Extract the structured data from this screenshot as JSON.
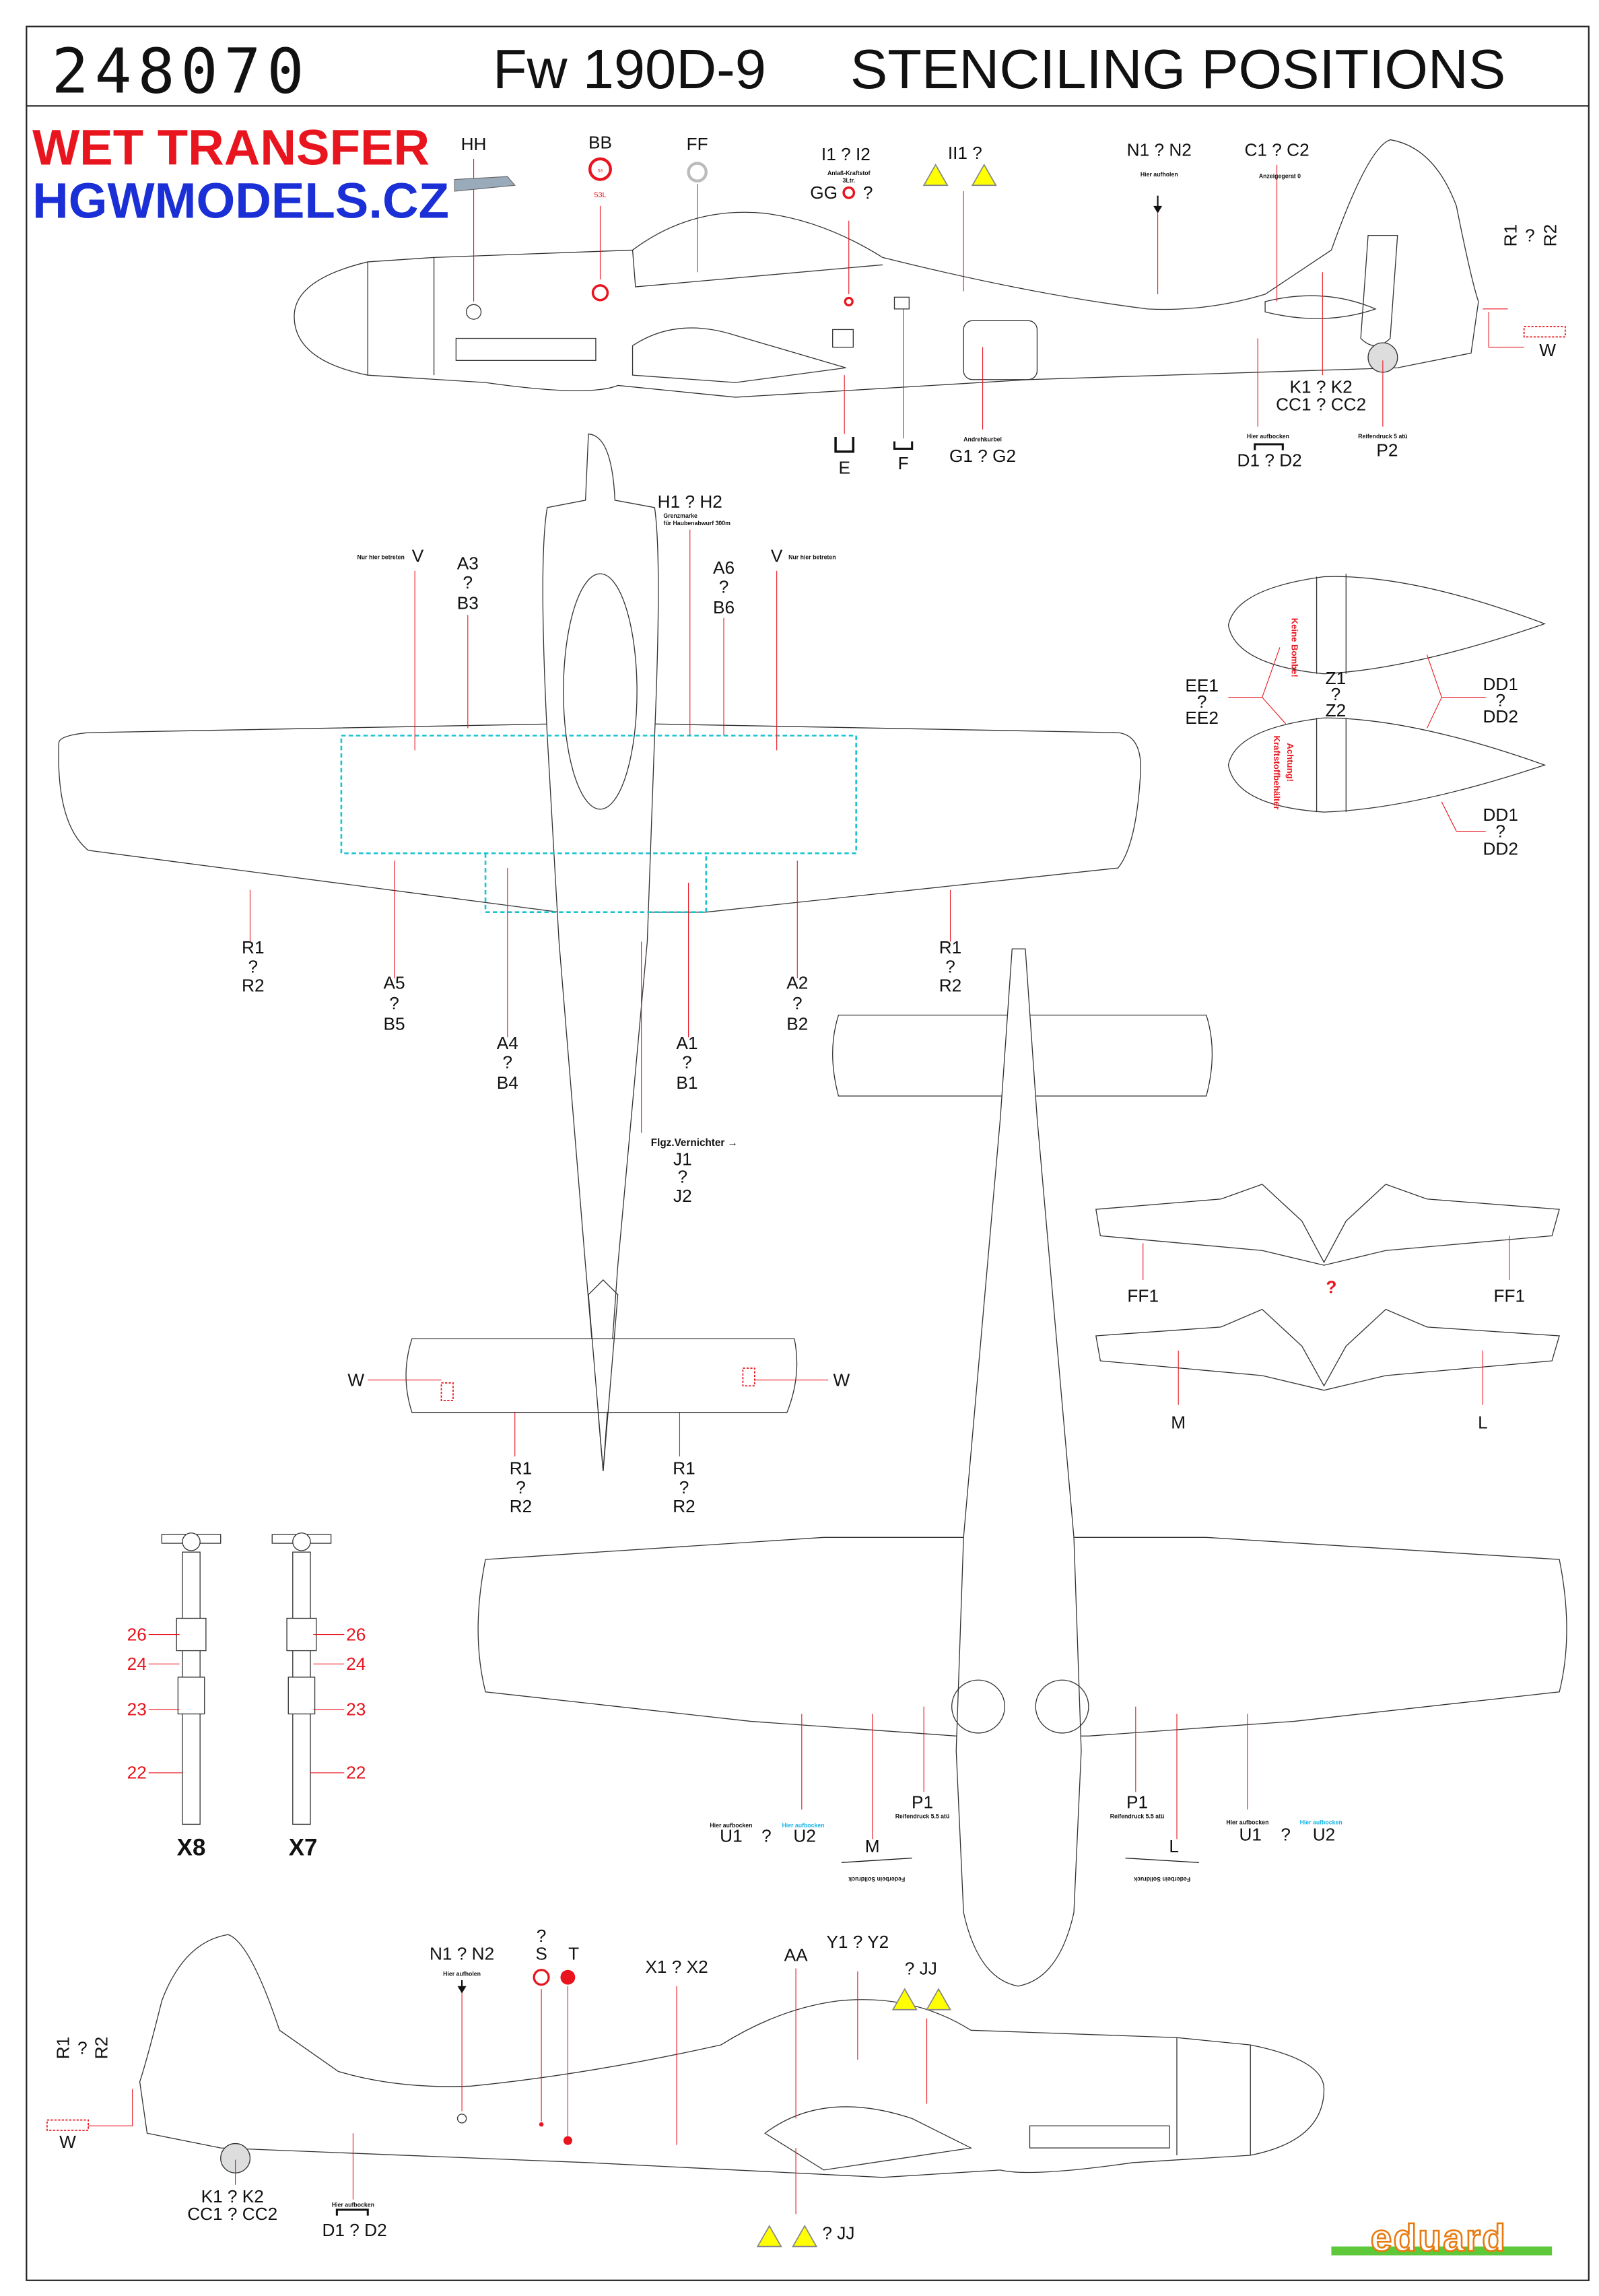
{
  "header": {
    "catalog_number": "248070",
    "model": "Fw 190D-9",
    "title": "STENCILING POSITIONS"
  },
  "promo": {
    "line1": "WET TRANSFER",
    "line2": "HGWMODELS.CZ",
    "color1": "#e8141e",
    "color2": "#1a2fd6"
  },
  "side_top": {
    "hh": "HH",
    "bb": "BB",
    "bb_decal": "53",
    "bb_decal2": "53L",
    "ff": "FF",
    "i12": "I1 ? I2",
    "anlass": "Anlaß-Kraftstof",
    "anlass2": "3Ltr.",
    "gg": "GG",
    "gg_q": "?",
    "ii1": "II1 ?",
    "n12": "N1 ? N2",
    "hier_aufholen": "Hier aufholen",
    "c12": "C1 ? C2",
    "anzeige": "Anzeigegerat 0",
    "r1": "R1",
    "rq": "?",
    "r2": "R2",
    "w": "W",
    "k12": "K1 ? K2",
    "cc12": "CC1 ? CC2",
    "hier_aufbocken": "Hier aufbocken",
    "d12": "D1 ? D2",
    "reifendruck": "Reifendruck 5 atü",
    "p2": "P2",
    "e": "E",
    "f": "F",
    "andrehkurbel": "Andrehkurbel",
    "g12": "G1 ? G2"
  },
  "top_view": {
    "h12": "H1 ? H2",
    "grenz1": "Grenzmarke",
    "grenz2": "für Haubenabwurf 300m",
    "nur_hier": "Nur hier betreten",
    "v": "V",
    "a3": "A3",
    "b3": "B3",
    "a6": "A6",
    "b6": "B6",
    "a5": "A5",
    "b5": "B5",
    "a4": "A4",
    "b4": "B4",
    "a1": "A1",
    "b1": "B1",
    "a2": "A2",
    "b2": "B2",
    "q": "?",
    "r1": "R1",
    "r2": "R2",
    "w": "W",
    "flgz": "Flgz.Vernichter →",
    "j1": "J1",
    "j2": "J2"
  },
  "drop_tank": {
    "ee1": "EE1",
    "ee2": "EE2",
    "z1": "Z1",
    "z2": "Z2",
    "dd1": "DD1",
    "dd2": "DD2",
    "q": "?",
    "achtung": "Achtung!",
    "kraftstoff": "Kraftstoffbehälter",
    "keine_bombe": "Keine Bombe!"
  },
  "gear_doors": {
    "ff1": "FF1",
    "q": "?",
    "m": "M",
    "l": "L"
  },
  "landing_gear": {
    "n26": "26",
    "n24": "24",
    "n23": "23",
    "n22": "22",
    "x8": "X8",
    "x7": "X7"
  },
  "underside": {
    "p1": "P1",
    "reifendruck": "Reifendruck 5.5 atü",
    "hier_aufbocken": "Hier aufbocken",
    "u1": "U1",
    "q": "?",
    "u2": "U2",
    "m": "M",
    "l": "L",
    "federbein": "Federbein Solldruck"
  },
  "side_bottom": {
    "n12": "N1 ? N2",
    "hier_aufholen": "Hier aufholen",
    "sq": "?",
    "s": "S",
    "t": "T",
    "x12": "X1 ? X2",
    "aa": "AA",
    "y12": "Y1 ? Y2",
    "jj": "? JJ",
    "r1": "R1",
    "rq": "?",
    "r2": "R2",
    "w": "W",
    "k12": "K1 ? K2",
    "cc12": "CC1 ? CC2",
    "hier_aufbocken": "Hier aufbocken",
    "d12": "D1 ? D2"
  },
  "logo": {
    "brand": "eduard"
  }
}
